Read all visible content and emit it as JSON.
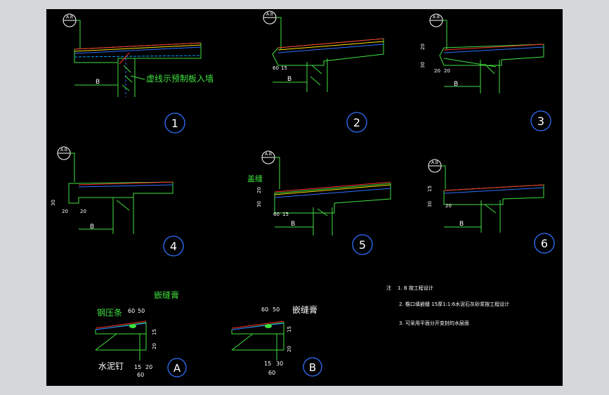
{
  "callout_tag": "A.B",
  "details": [
    {
      "id": "1",
      "dim_b": "B",
      "note": "虚线示预制板入墙"
    },
    {
      "id": "2",
      "dim_b": "B",
      "dims": [
        "60",
        "15"
      ]
    },
    {
      "id": "3",
      "dim_b": "B",
      "dims_v": [
        "20",
        "30"
      ],
      "dims": [
        "20",
        "20"
      ]
    },
    {
      "id": "4",
      "dim_b": "B",
      "dims_v": [
        "30"
      ],
      "dims": [
        "20",
        "20"
      ]
    },
    {
      "id": "5",
      "dim_b": "B",
      "dims_v": [
        "20",
        "30"
      ],
      "dims": [
        "60",
        "15"
      ],
      "label": "盖缝"
    },
    {
      "id": "6",
      "dim_b": "B",
      "dims_v": [
        "15",
        "30"
      ],
      "dims": [
        "20"
      ]
    }
  ],
  "detail_a": {
    "id": "A",
    "label_top": "嵌缝膏",
    "label_left": "钢压条",
    "label_bottom": "水泥钉",
    "dims_top": [
      "60",
      "50"
    ],
    "dims_bottom": [
      "15",
      "20",
      "60"
    ],
    "dims_v": [
      "15",
      "20"
    ]
  },
  "detail_b": {
    "id": "B",
    "label_top": "嵌缝膏",
    "dims_top": [
      "60",
      "50"
    ],
    "dims_bottom": [
      "15",
      "30",
      "60"
    ],
    "dims_v": [
      "15",
      "20"
    ]
  },
  "notes": {
    "prefix": "注",
    "lines": [
      "1. B  按工程设计",
      "2. 檐口填嵌缝  15厚1:1:6水泥石灰砂浆按工程设计",
      "3. 可采用平面分开变封的水层面"
    ]
  }
}
